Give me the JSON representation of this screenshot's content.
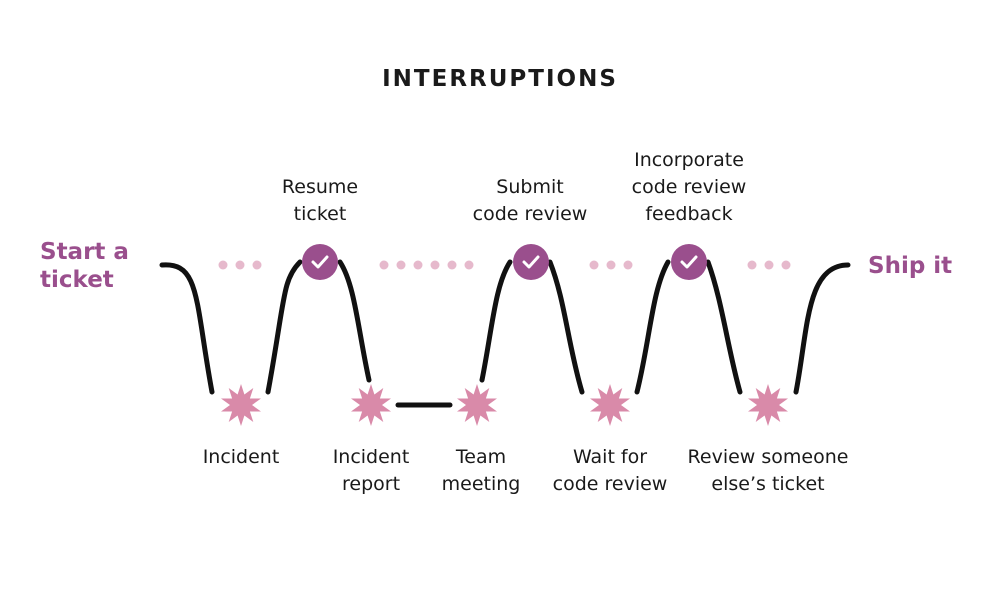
{
  "title": "INTERRUPTIONS",
  "start_label": "Start a\nticket",
  "end_label": "Ship it",
  "milestones": [
    {
      "label": "Resume\nticket",
      "icon": "check-icon"
    },
    {
      "label": "Submit\ncode review",
      "icon": "check-icon"
    },
    {
      "label": "Incorporate\ncode review\nfeedback",
      "icon": "check-icon"
    }
  ],
  "interruptions": [
    {
      "label": "Incident",
      "icon": "burst-icon"
    },
    {
      "label": "Incident\nreport",
      "icon": "burst-icon"
    },
    {
      "label": "Team\nmeeting",
      "icon": "burst-icon"
    },
    {
      "label": "Wait for\ncode review",
      "icon": "burst-icon"
    },
    {
      "label": "Review someone\nelse’s ticket",
      "icon": "burst-icon"
    }
  ],
  "colors": {
    "accent": "#9a4f8d",
    "burst": "#d98aa9",
    "dots": "#e6b9cc",
    "line": "#111111"
  }
}
